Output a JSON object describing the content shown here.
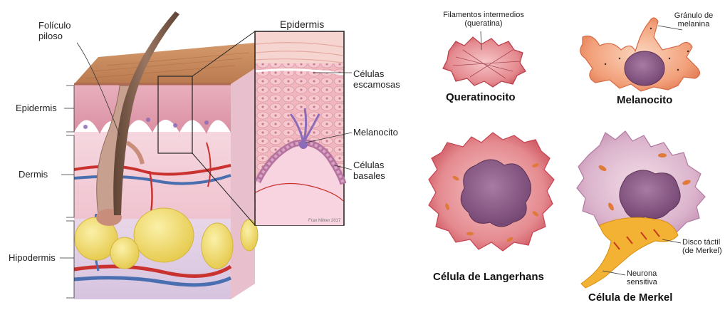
{
  "left_panel": {
    "layers": {
      "epidermis": "Epidermis",
      "dermis": "Dermis",
      "hipodermis": "Hipodermis"
    },
    "foliculo": "Folículo piloso",
    "inset": {
      "title": "Epidermis",
      "celulas_escamosas": "Células escamosas",
      "melanocito": "Melanocito",
      "celulas_basales": "Células basales",
      "credit": "Fran Milner 2017"
    }
  },
  "right_panel": {
    "queratinocito": {
      "name": "Queratinocito",
      "annotation": "Filamentos intermedios (queratina)"
    },
    "melanocito": {
      "name": "Melanocito",
      "annotation": "Gránulo de melanina"
    },
    "langerhans": {
      "name": "Célula de Langerhans"
    },
    "merkel": {
      "name": "Célula de Merkel",
      "disco": "Disco táctil (de Merkel)",
      "neurona": "Neurona sensitiva"
    }
  },
  "colors": {
    "skin_top": "#c98a5e",
    "epidermis_pink": "#e8a9b6",
    "dermis_pink": "#f4cfd8",
    "fat_yellow": "#f1dc6a",
    "artery_red": "#c9322f",
    "vein_blue": "#4a6fb0",
    "hair_brown": "#7a5a4a",
    "melanocyte_purple": "#8c6bb8",
    "cell_red": "#d9565c",
    "nucleus_purple": "#7b4a78",
    "merkel_disc": "#f3b233"
  }
}
